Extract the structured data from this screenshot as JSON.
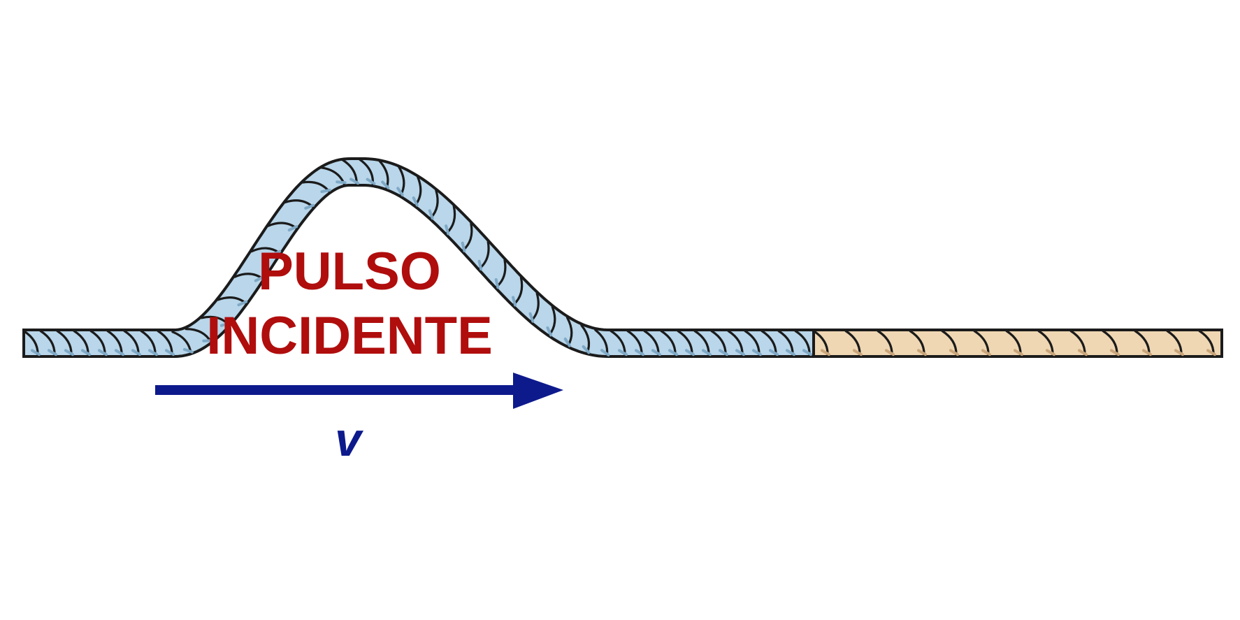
{
  "labels": {
    "pulse_line1": "PULSO",
    "pulse_line2": "INCIDENTE",
    "velocity": "v"
  },
  "colors": {
    "light_rope": "#b9d6ea",
    "light_rope_shadow": "#7fa9c6",
    "heavy_rope": "#efd7b3",
    "heavy_rope_shadow": "#c9a57a",
    "outline": "#1b1b1b",
    "label": "#b00d0d",
    "arrow": "#0d1a8c"
  }
}
